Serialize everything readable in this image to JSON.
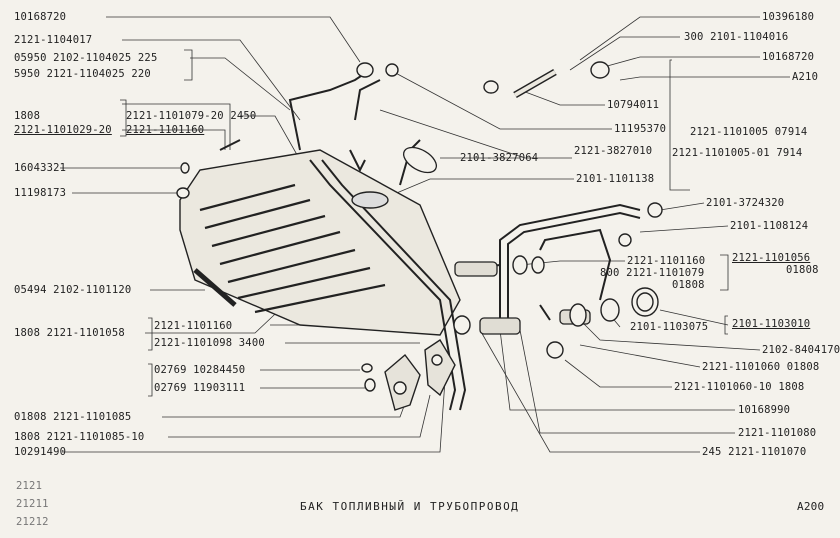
{
  "page": {
    "title": "БАК ТОПЛИВНЫЙ И ТРУБОПРОВОД",
    "page_code": "А200",
    "models": [
      "2121",
      "21211",
      "21212"
    ]
  },
  "labels": {
    "l1": "10168720",
    "l2": "2121-1104017",
    "l3": "05950 2102-1104025 225",
    "l4": "5950 2121-1104025 220",
    "l5": "1808",
    "l6": "2121-1101029-20",
    "l7": "2121-1101079-20 2450",
    "l8": "2121-1101160",
    "l9": "16043321",
    "l10": "11198173",
    "l11": "05494 2102-1101120",
    "l12": "1808 2121-1101058",
    "l13": "2121-1101160",
    "l14": "2121-1101098 3400",
    "l15": "02769 10284450",
    "l16": "02769 11903111",
    "l17": "01808 2121-1101085",
    "l18": "1808 2121-1101085-10",
    "l19": "10291490",
    "r1": "10396180",
    "r2": "300 2101-1104016",
    "r3": "10168720",
    "r4": "А210",
    "r5": "10794011",
    "r6": "11195370",
    "r7": "2121-1101005 07914",
    "r8": "2101-3827064",
    "r9": "2121-3827010",
    "r10": "2121-1101005-01 7914",
    "r11": "2101-1101138",
    "r12": "2101-3724320",
    "r13": "2101-1108124",
    "r14": "2121-1101160",
    "r15": "800 2121-1101079",
    "r16": "01808",
    "r17": "2121-1101056",
    "r18": "01808",
    "r19": "2101-1103075",
    "r20": "2101-1103010",
    "r21": "2102-8404170",
    "r22": "2121-1101060 01808",
    "r23": "2121-1101060-10 1808",
    "r24": "10168990",
    "r25": "2121-1101080",
    "r26": "245 2121-1101070"
  }
}
